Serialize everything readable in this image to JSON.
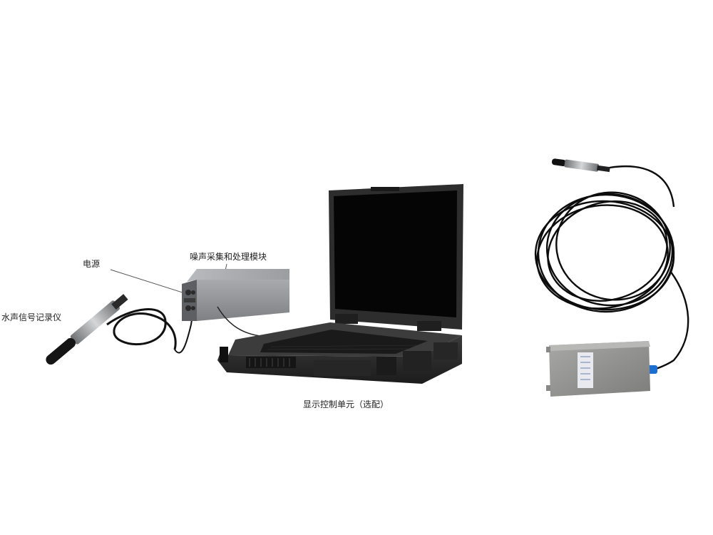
{
  "labels": {
    "power": "电源",
    "module": "噪声采集和处理模块",
    "recorder": "水声信号记录仪",
    "display": "显示控制单元（选配）"
  },
  "colors": {
    "background": "#ffffff",
    "laptop_body": "#2b2b2b",
    "screen": "#050505",
    "module_box": "#8f9093",
    "cable": "#111111"
  }
}
